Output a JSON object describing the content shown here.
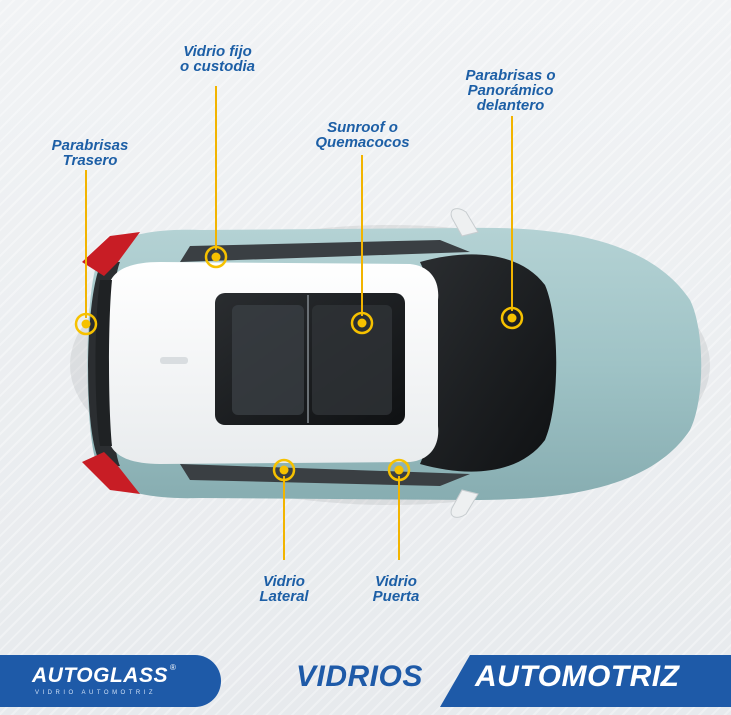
{
  "labels": {
    "rear_windshield": [
      "Parabrisas",
      "Trasero"
    ],
    "fixed_glass": [
      "Vidrio fijo",
      "o custodia"
    ],
    "sunroof": [
      "Sunroof o",
      "Quemacocos"
    ],
    "front_windshield": [
      "Parabrisas o",
      "Panorámico",
      "delantero"
    ],
    "side_glass": [
      "Vidrio",
      "Lateral"
    ],
    "door_glass": [
      "Vidrio",
      "Puerta"
    ]
  },
  "footer": {
    "brand_name": "AUTOGLASS",
    "brand_reg": "®",
    "brand_tagline": "VIDRIO AUTOMOTRIZ",
    "title_word1": "VIDRIOS",
    "title_word2": "AUTOMOTRIZ"
  },
  "colors": {
    "brand_blue": "#1e5aa8",
    "label_blue": "#1d5fa6",
    "pin_yellow": "#f6c100",
    "car_body": "#9cc0c3",
    "car_roof": "#ffffff"
  }
}
